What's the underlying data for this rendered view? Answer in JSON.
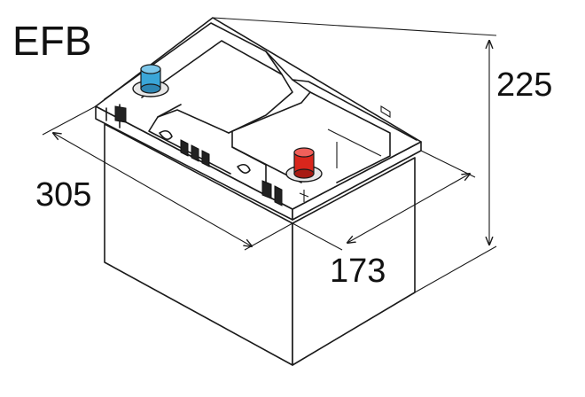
{
  "title": "EFB",
  "dimensions": {
    "length": "305",
    "width": "173",
    "height": "225"
  },
  "terminals": {
    "negative_color": "#3aa6d8",
    "positive_color": "#d9261c",
    "positive_symbol": "+"
  }
}
